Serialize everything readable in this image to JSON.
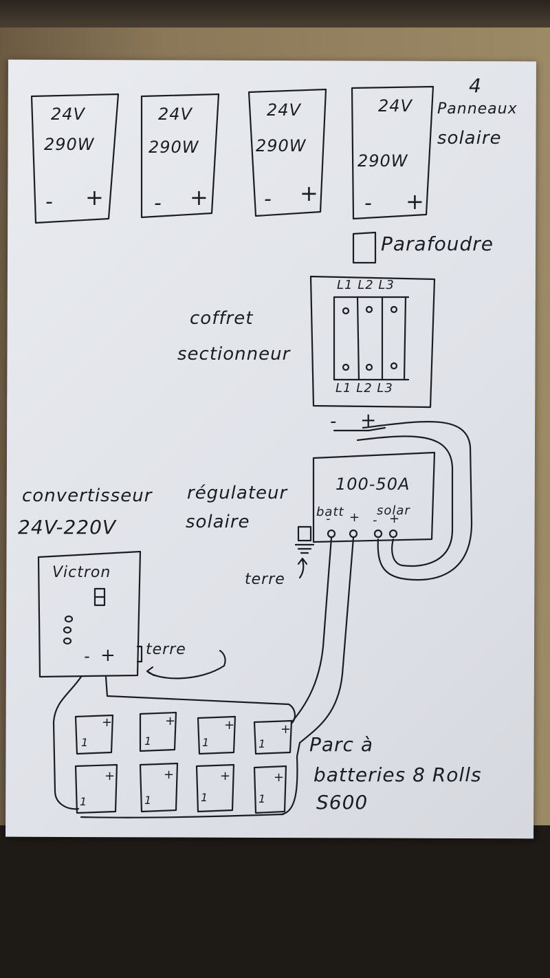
{
  "ink_color": "#1b1d24",
  "paper_color": "#e4e6eb",
  "page_number": "4",
  "panels": [
    {
      "voltage": "24V",
      "power": "290W",
      "minus": "-",
      "plus": "+"
    },
    {
      "voltage": "24V",
      "power": "290W",
      "minus": "-",
      "plus": "+"
    },
    {
      "voltage": "24V",
      "power": "290W",
      "minus": "-",
      "plus": "+"
    },
    {
      "voltage": "24V",
      "power": "290W",
      "minus": "-",
      "plus": "+"
    }
  ],
  "panels_label": {
    "line1": "Panneaux",
    "line2": "solaire"
  },
  "surge_protector_label": "Parafoudre",
  "disconnect_box": {
    "label_line1": "coffret",
    "label_line2": "sectionneur",
    "top_labels": "L1 L2 L3",
    "bottom_labels": "L1 L2 L3"
  },
  "bus_terminals": {
    "minus": "-",
    "plus": "+"
  },
  "regulator": {
    "label_line1": "régulateur",
    "label_line2": "solaire",
    "rating": "100-50A",
    "batt_label": "batt",
    "solar_label": "solar",
    "batt_minus": "-",
    "batt_plus": "+",
    "solar_minus": "-",
    "solar_plus": "+"
  },
  "earth_label": "terre",
  "converter": {
    "label_line1": "convertisseur",
    "label_line2": "24V-220V",
    "brand": "Victron",
    "minus": "-",
    "plus": "+",
    "earth_label": "terre"
  },
  "battery_bank": {
    "label_line1": "Parc à",
    "label_line2": "batteries 8 Rolls",
    "label_line3": "S600",
    "count": 8,
    "plus": "+",
    "minus": "1"
  }
}
